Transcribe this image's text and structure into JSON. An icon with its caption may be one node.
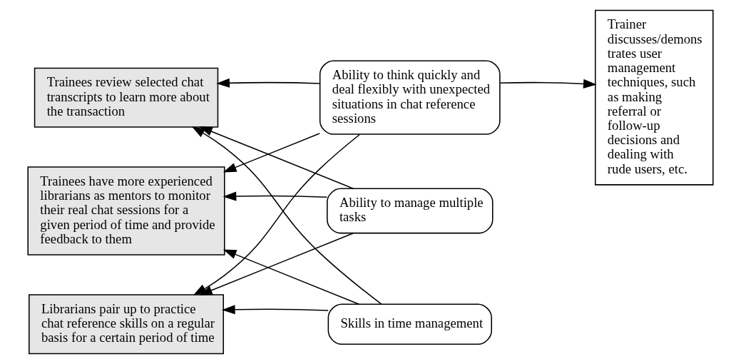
{
  "diagram": {
    "nodes": [
      {
        "text": [
          "Trainees review selected chat transcripts to learn more about the transaction"
        ]
      },
      {
        "text": [
          "Trainees have more experienced librarians as mentors to monitor their real chat sessions for a given period of time and provide feedback to them"
        ]
      },
      {
        "text": [
          "Librarians pair up to practice chat reference skills on a regular basis for a certain period of time"
        ]
      },
      {
        "text": [
          "Ability to think quickly and deal flexibly with unexpected situations in chat reference sessions"
        ]
      },
      {
        "text": [
          "Ability to manage multiple tasks"
        ]
      },
      {
        "text": [
          "Skills in time management"
        ]
      },
      {
        "text": [
          "Trainer discusses/demons trates user management techniques, such as making referral or follow-up decisions and dealing with rude users, etc."
        ]
      }
    ],
    "edges": [
      {
        "from": 3,
        "to": 0,
        "arrow": "to"
      },
      {
        "from": 3,
        "to": 1,
        "arrow": "to"
      },
      {
        "from": 3,
        "to": 2,
        "arrow": "to"
      },
      {
        "from": 4,
        "to": 0,
        "arrow": "to"
      },
      {
        "from": 4,
        "to": 1,
        "arrow": "to"
      },
      {
        "from": 4,
        "to": 2,
        "arrow": "to"
      },
      {
        "from": 5,
        "to": 0,
        "arrow": "to"
      },
      {
        "from": 5,
        "to": 1,
        "arrow": "to"
      },
      {
        "from": 5,
        "to": 2,
        "arrow": "to"
      },
      {
        "from": 3,
        "to": 6,
        "arrow": "to"
      }
    ]
  }
}
